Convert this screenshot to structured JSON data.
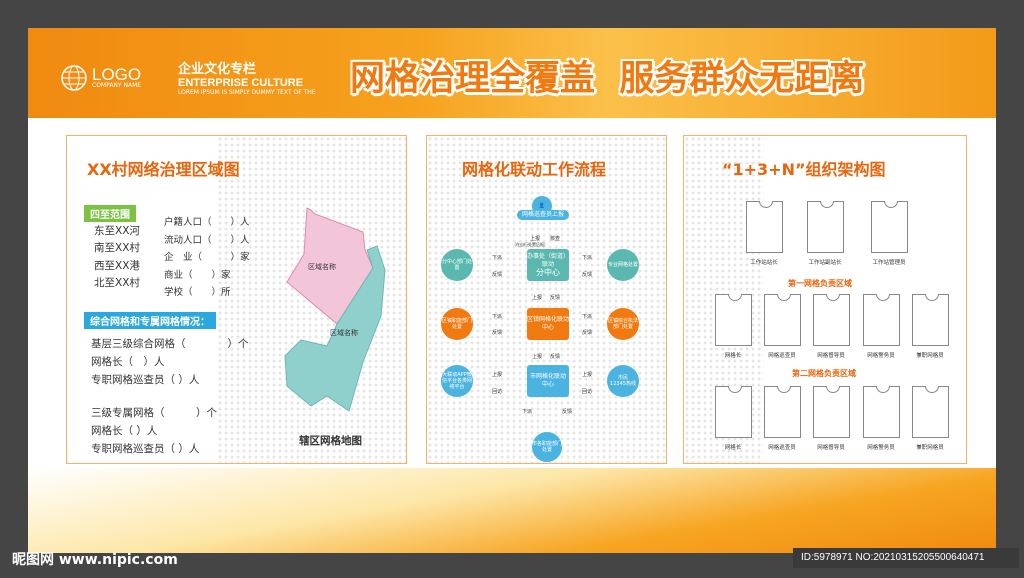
{
  "header": {
    "logo": "LOGO",
    "company": "COMPANY NAME",
    "column_cn": "企业文化专栏",
    "column_en": "ENTERPRISE CULTURE",
    "lorem": "LOREM IPSUM IS SIMPLY DUMMY TEXT OF THE",
    "slogan": "网格治理全覆盖  服务群众无距离"
  },
  "left": {
    "title": "XX村网络治理区域图",
    "bounds_tag": "四至范围",
    "bounds": [
      "东至XX河",
      "南至XX村",
      "西至XX港",
      "北至XX村"
    ],
    "stats": [
      "户籍人口（　　）人",
      "流动人口（　　）人",
      "企　业（　　　）家",
      "商业（　　）家",
      "学校（　　）所"
    ],
    "grid_tag": "综合网格和专属网格情况：",
    "grid1": [
      "基层三级综合网格（　　　　）个",
      "网格长（　）人",
      "专职网格巡查员（ ）人"
    ],
    "grid2": [
      "三级专属网格（　　　）个",
      "网格长（ ）人",
      "专职网格巡查员（ ）人"
    ],
    "area1": "区域名称",
    "area2": "区域名称",
    "map_caption": "辖区网格地图",
    "colors": {
      "pink": "#f2c6d8",
      "teal": "#8fd0cc",
      "green": "#7cc242",
      "blue": "#2aa9e0"
    }
  },
  "middle": {
    "title": "网格化联动工作流程",
    "top": "网格巡查员上报",
    "top_note": "（在自行处置后报）",
    "up": "上报",
    "check": "核查",
    "feedback": "反馈",
    "down": "下派",
    "return": "回访",
    "teal_center": [
      "办事处（街道）联动",
      "分中心"
    ],
    "teal_left": "分中心部门处置",
    "teal_right": "专业网格处置",
    "orange_center": [
      "区镇网格化联动",
      "中心"
    ],
    "orange_left": "区镇职能部门处置",
    "orange_right": "区镇综合执法部门处置",
    "blue_center": [
      "市网格化联动",
      "中心"
    ],
    "blue_left": "大联动APP微信平台各类网络平台",
    "blue_right": [
      "市民",
      "12345热线"
    ],
    "bottom": "市各职能部门处置",
    "colors": {
      "teal": "#5bb8b0",
      "orange": "#f07a10",
      "blue": "#4bb3e0"
    }
  },
  "right": {
    "title": "“1+3+N”组织架构图",
    "row1": [
      "工作站站长",
      "工作站副站长",
      "工作站管理员"
    ],
    "zone1": "第一网格负责区域",
    "zone2": "第二网格负责区域",
    "row": [
      "网格长",
      "网格巡查员",
      "网格督导员",
      "网格警务员",
      "兼职网格员"
    ]
  },
  "watermark": {
    "site": "昵图网 www.nipic.com",
    "id": "ID:5978971 NO:20210315205500640471"
  }
}
